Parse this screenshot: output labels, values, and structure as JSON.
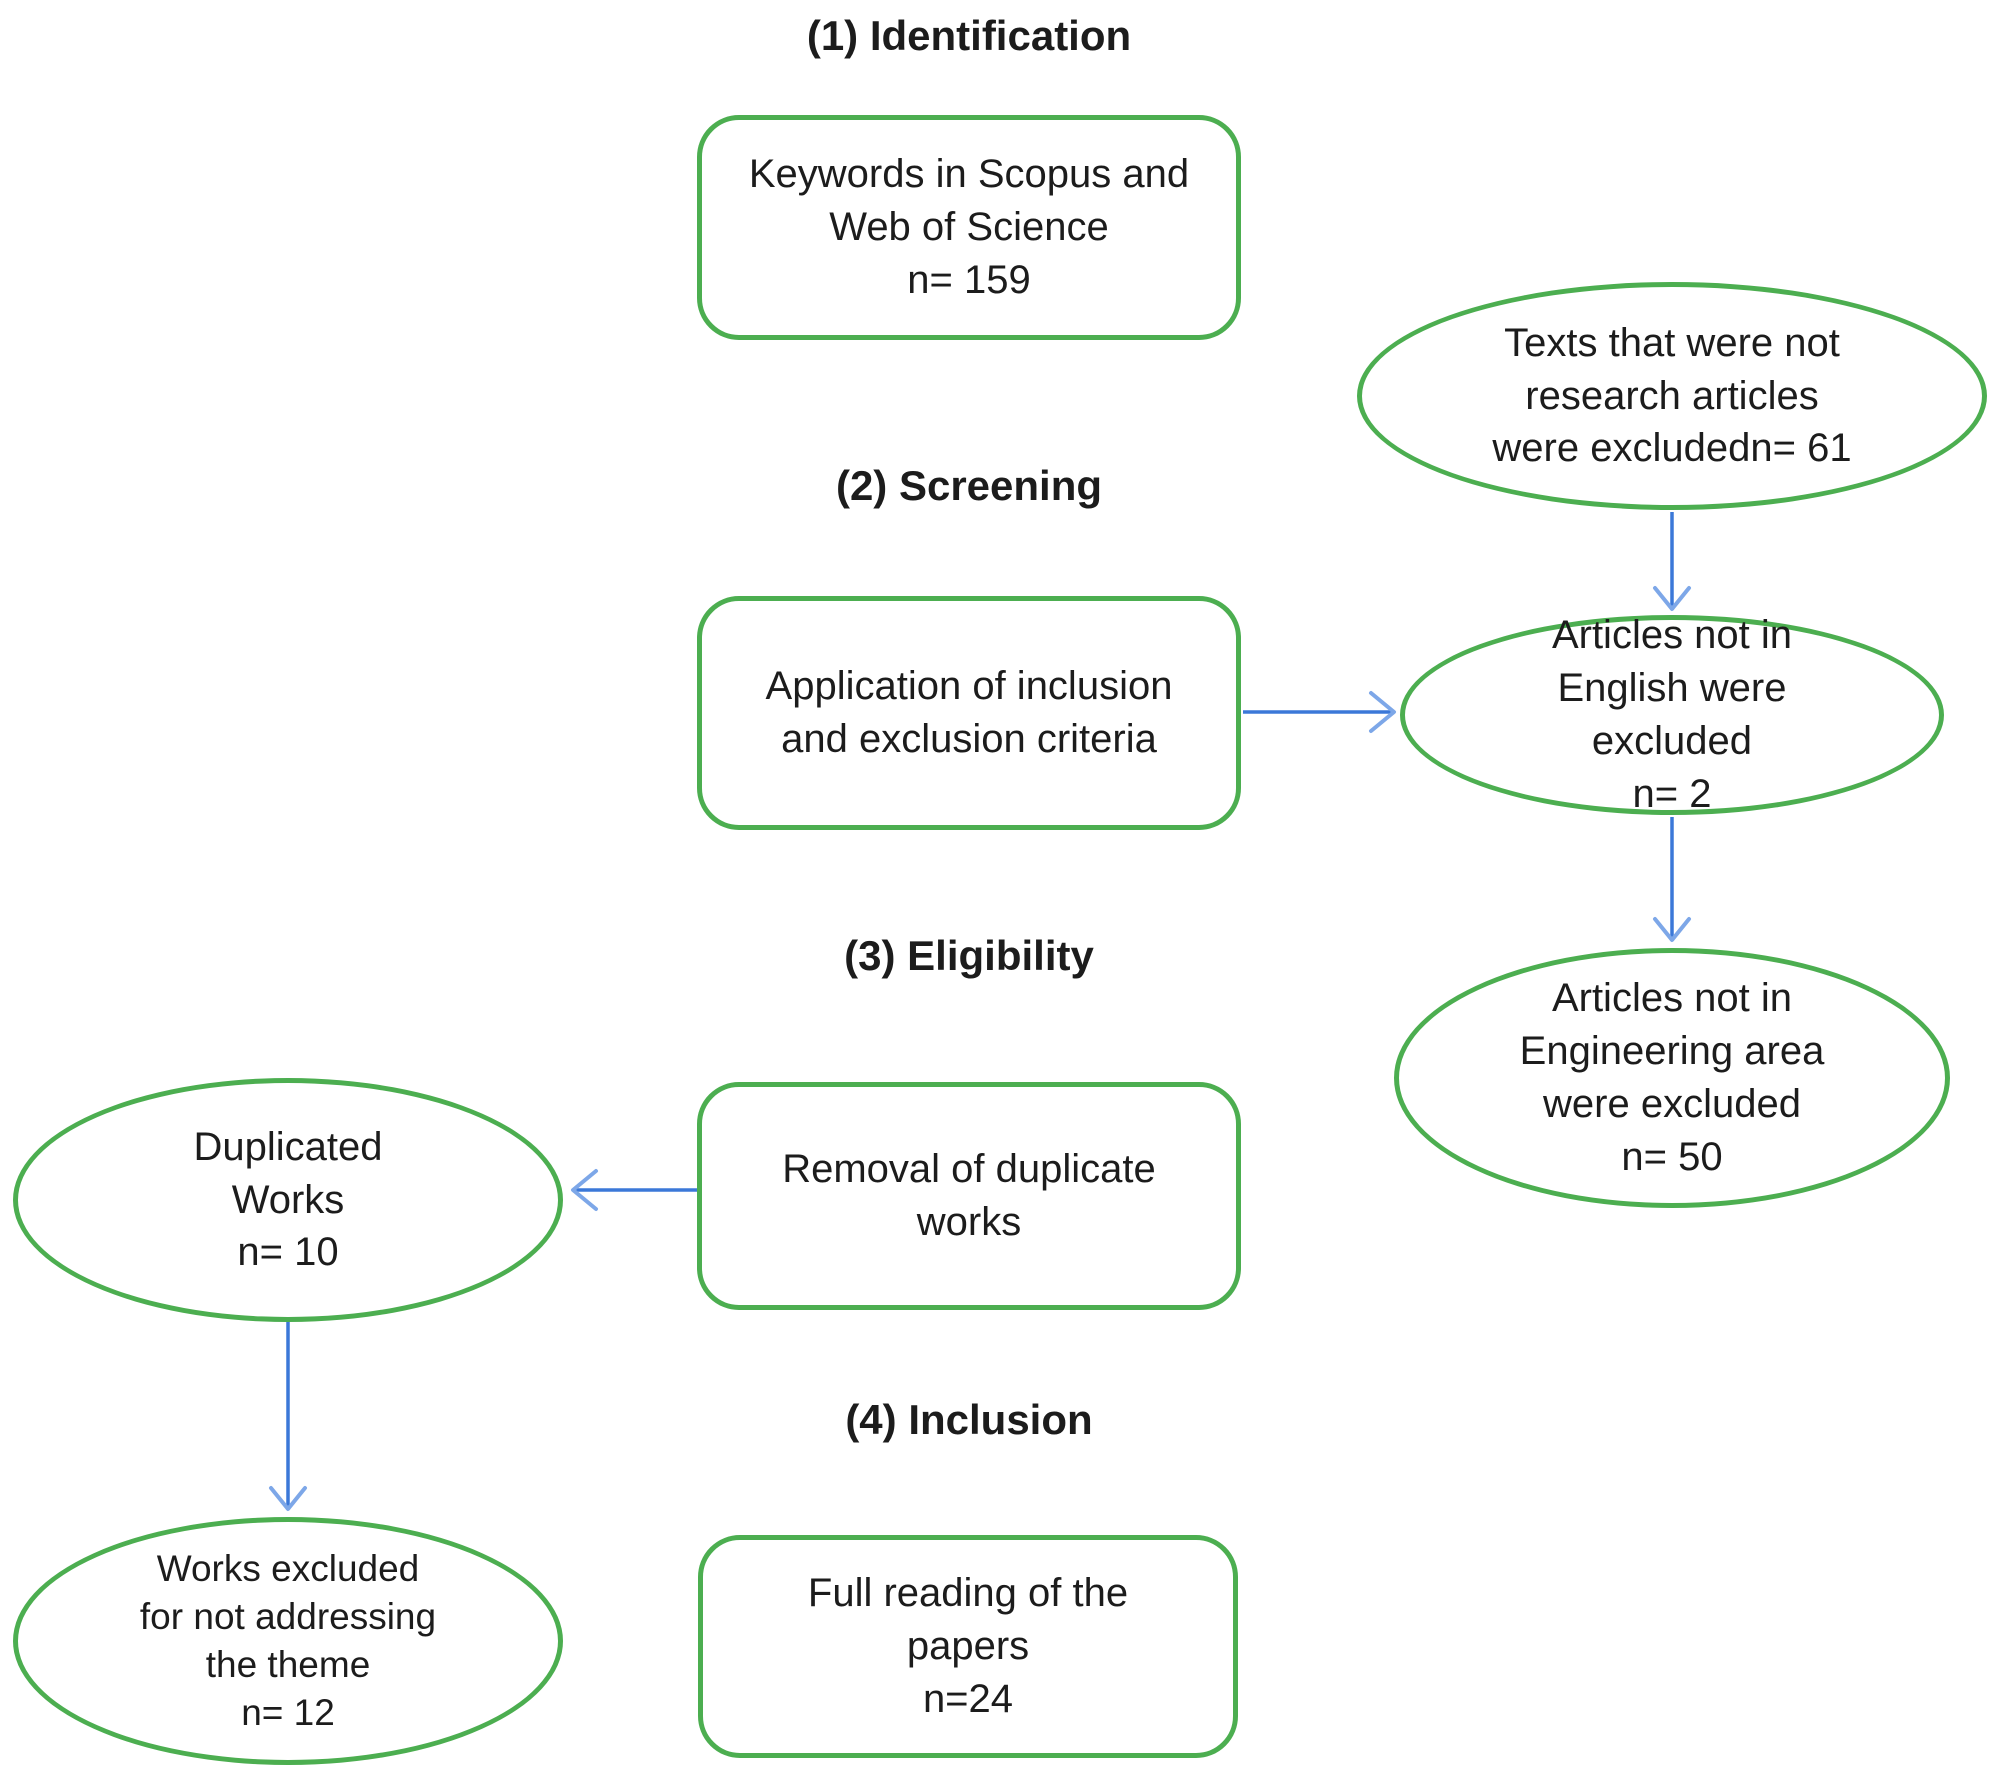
{
  "headings": {
    "identification": "(1) Identification",
    "screening": "(2) Screening",
    "eligibility": "(3) Eligibility",
    "inclusion": "(4) Inclusion"
  },
  "nodes": {
    "keywords": {
      "label": "Keywords in Scopus and\nWeb of Science\nn= 159"
    },
    "not_research": {
      "label": "Texts that were not\nresearch articles\nwere excludedn= 61"
    },
    "criteria": {
      "label": "Application of inclusion\nand exclusion criteria"
    },
    "not_english": {
      "label": "Articles not in\nEnglish were\nexcluded\nn= 2"
    },
    "not_engineering": {
      "label": "Articles not in\nEngineering area\nwere excluded\nn= 50"
    },
    "duplicated": {
      "label": "Duplicated\nWorks\nn= 10"
    },
    "removal": {
      "label": "Removal of duplicate\nworks"
    },
    "works_excluded": {
      "label": "Works excluded\nfor not addressing\nthe theme\nn= 12"
    },
    "full_reading": {
      "label": "Full reading of the\npapers\nn=24"
    }
  },
  "colors": {
    "shape-border": "#4cae50",
    "arrow": "#3b78d8",
    "arrow-head": "#7da7e8",
    "text": "#1c1c1c"
  }
}
